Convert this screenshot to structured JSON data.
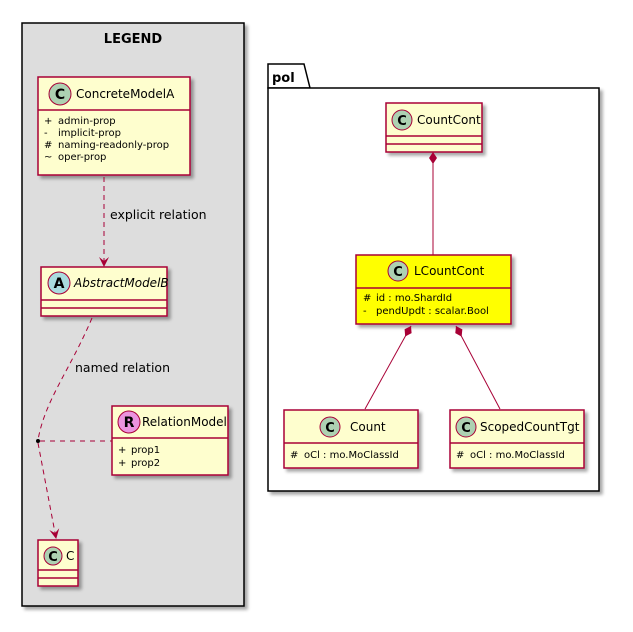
{
  "legend": {
    "title": "LEGEND",
    "concrete_model": {
      "name": "ConcreteModelA",
      "stereotype": "C",
      "attributes": [
        {
          "visibility": "+",
          "label": "admin-prop"
        },
        {
          "visibility": "-",
          "label": "implicit-prop"
        },
        {
          "visibility": "#",
          "label": "naming-readonly-prop"
        },
        {
          "visibility": "~",
          "label": "oper-prop"
        }
      ]
    },
    "abstract_model": {
      "name": "AbstractModelB",
      "stereotype": "A"
    },
    "relation_model": {
      "name": "RelationModel",
      "stereotype": "R",
      "attributes": [
        {
          "visibility": "+",
          "label": "prop1"
        },
        {
          "visibility": "+",
          "label": "prop2"
        }
      ]
    },
    "c_model": {
      "name": "C",
      "stereotype": "C"
    },
    "edges": {
      "explicit": "explicit relation",
      "named": "named relation"
    }
  },
  "package": {
    "name": "pol",
    "count_cont": {
      "name": "CountCont",
      "stereotype": "C"
    },
    "lcount_cont": {
      "name": "LCountCont",
      "stereotype": "C",
      "highlight": "#FFFF00",
      "attributes": [
        {
          "visibility": "#",
          "label": "id : mo.ShardId"
        },
        {
          "visibility": "-",
          "label": "pendUpdt : scalar.Bool"
        }
      ]
    },
    "count": {
      "name": "Count",
      "stereotype": "C",
      "attributes": [
        {
          "visibility": "#",
          "label": "oCl : mo.MoClassId"
        }
      ]
    },
    "scoped_count_tgt": {
      "name": "ScopedCountTgt",
      "stereotype": "C",
      "attributes": [
        {
          "visibility": "#",
          "label": "oCl : mo.MoClassId"
        }
      ]
    }
  },
  "colors": {
    "class_fill": "#FEFECE",
    "class_border": "#A80036",
    "legend_fill": "#DDDDDD",
    "spot_class": "#ADD1B2",
    "spot_abstract": "#A9DCDF",
    "spot_relation": "#EB93DF"
  }
}
